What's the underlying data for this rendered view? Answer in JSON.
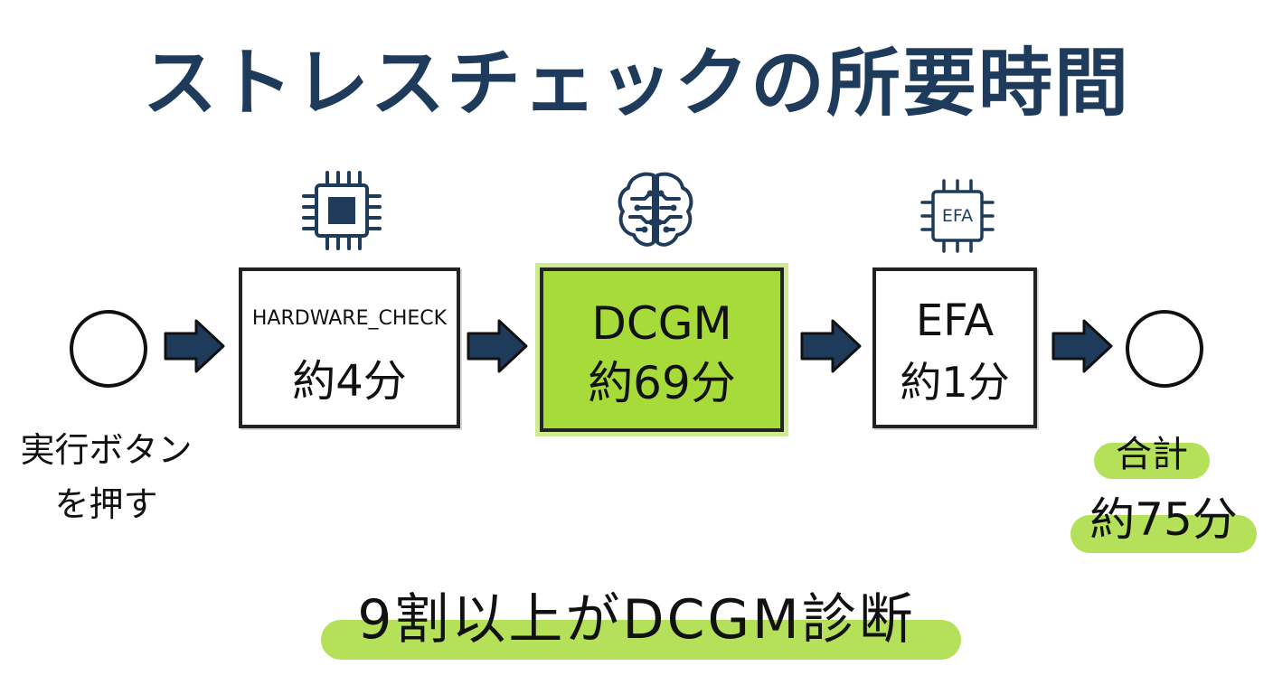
{
  "title": "ストレスチェックの所要時間",
  "start": {
    "label_line1": "実行ボタン",
    "label_line2": "を押す"
  },
  "steps": [
    {
      "name": "HARDWARE_CHECK",
      "time": "約4分",
      "icon": "chip-icon"
    },
    {
      "name": "DCGM",
      "time": "約69分",
      "icon": "brain-circuit-icon"
    },
    {
      "name": "EFA",
      "time": "約1分",
      "icon": "efa-chip-icon",
      "icon_text": "EFA"
    }
  ],
  "total": {
    "label": "合計",
    "time": "約75分"
  },
  "summary": "9割以上がDCGM診断",
  "colors": {
    "title": "#1f3b5c",
    "arrow": "#1f3b5c",
    "highlight": "#a6db3a",
    "marker": "#b5e05a"
  }
}
